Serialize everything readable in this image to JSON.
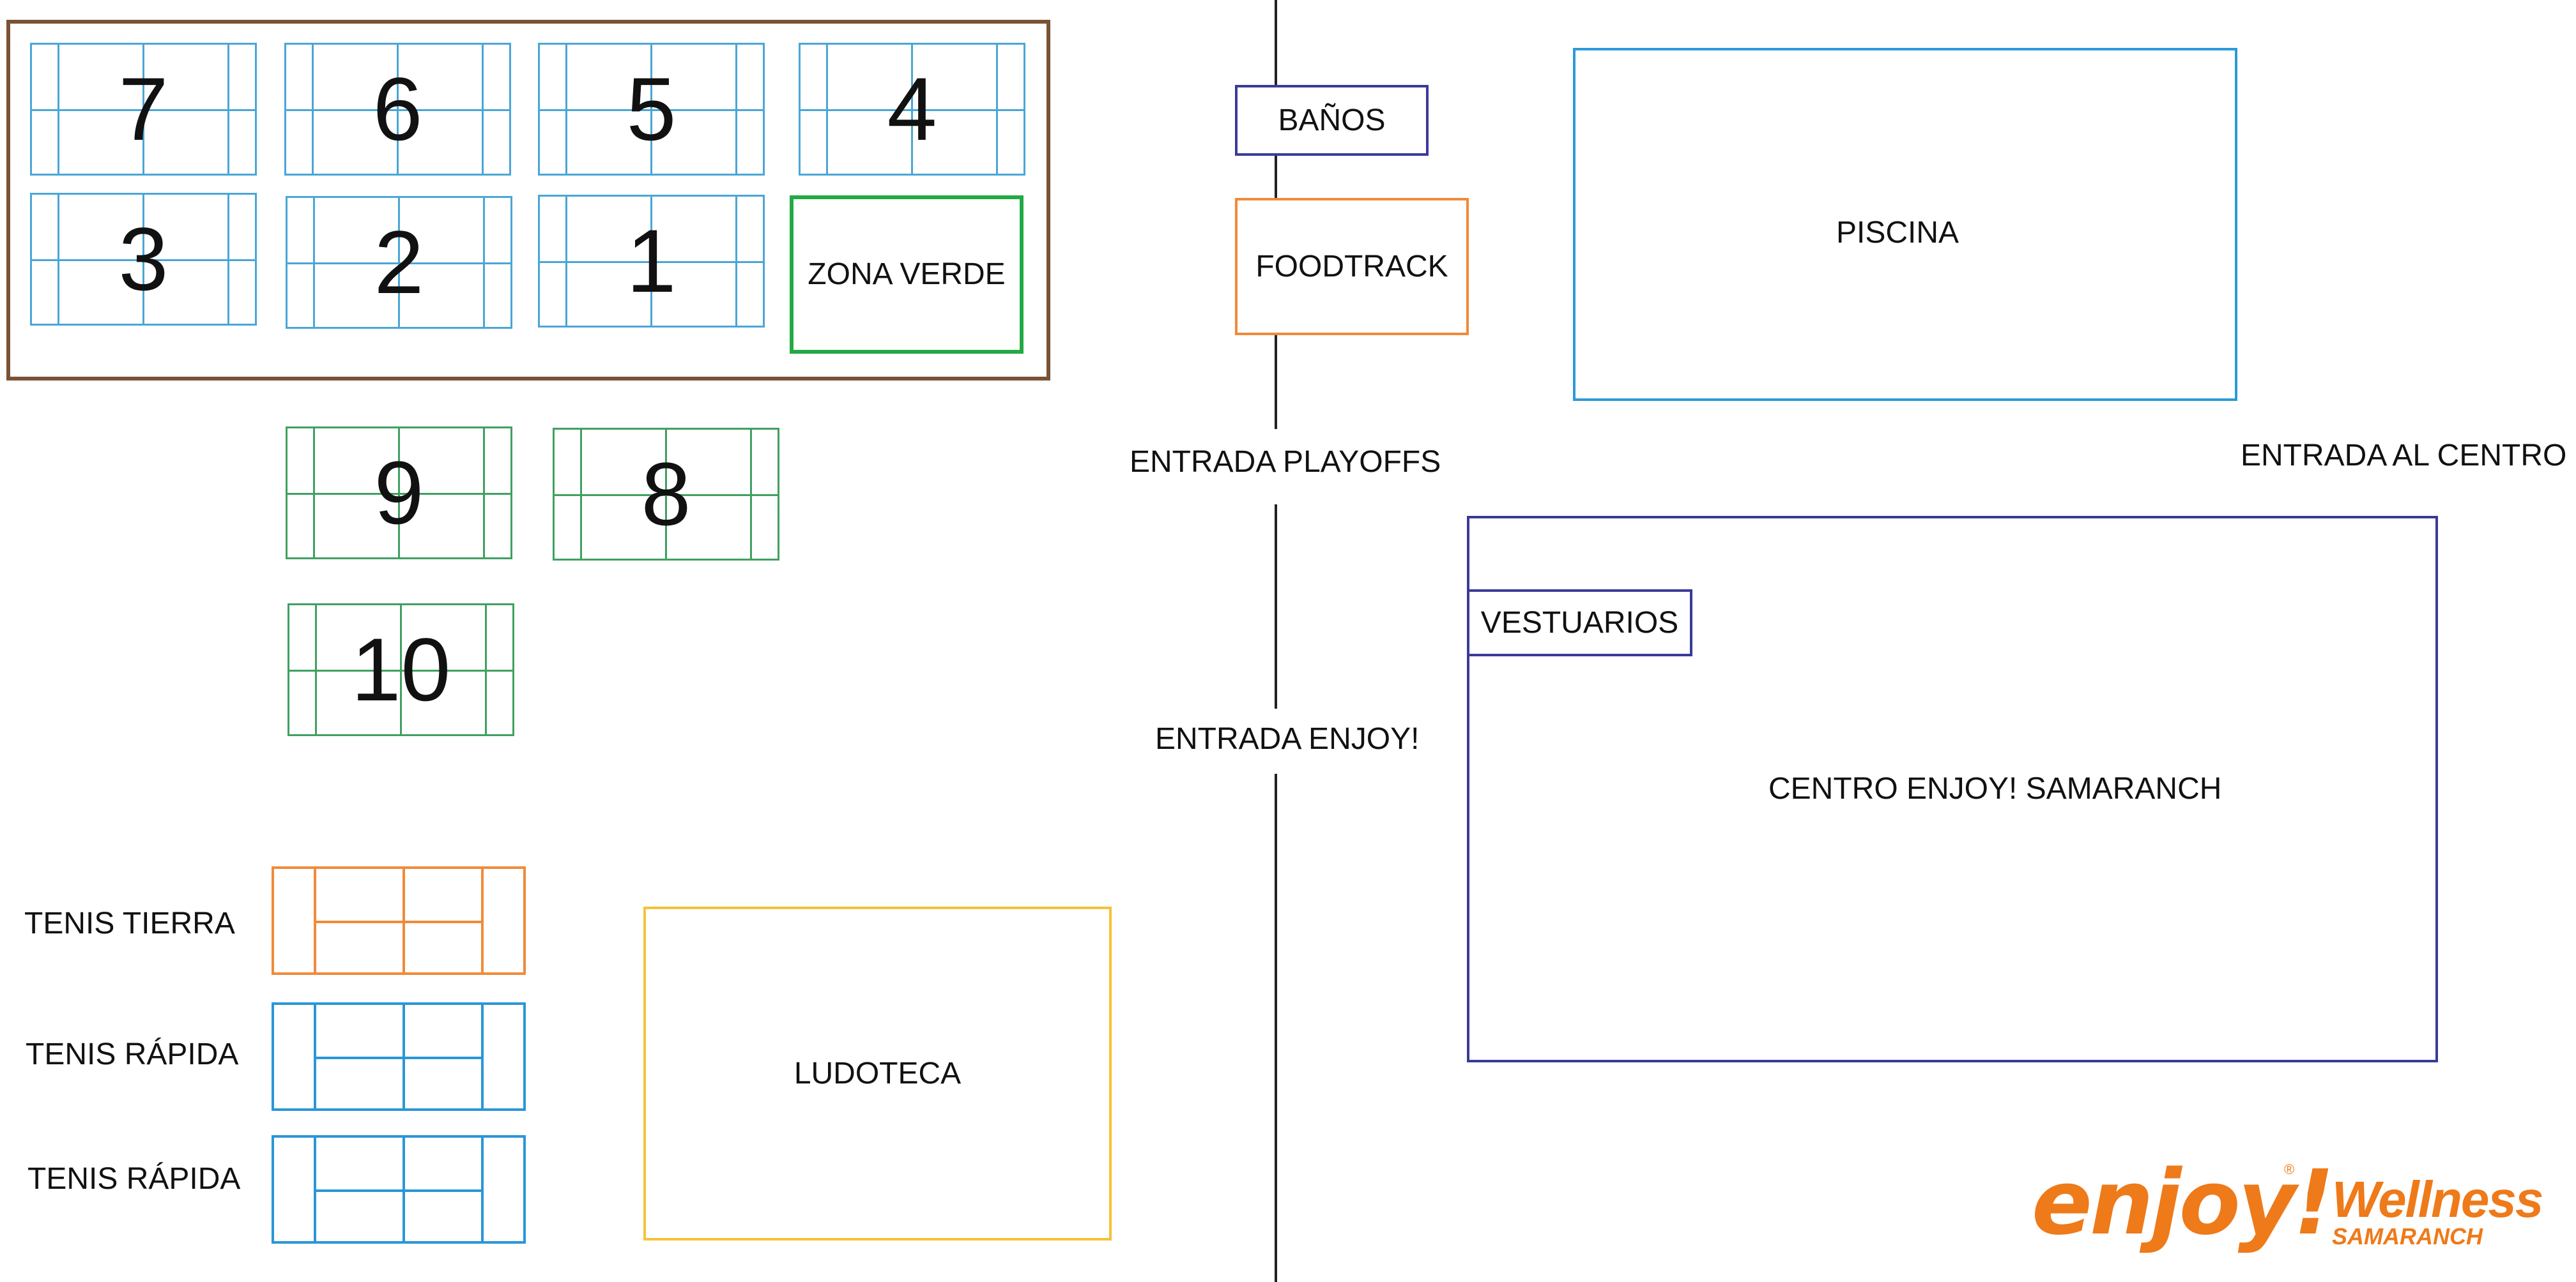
{
  "colors": {
    "courts_top": "#4aa6d6",
    "courts_green": "#3fa060",
    "tenis_tierra": "#f08a3a",
    "tenis_rapida": "#2a96d8",
    "enclosure": "#7a5236",
    "zona_verde": "#22aa44",
    "banos": "#3a3a99",
    "foodtrack": "#f08a3a",
    "piscina": "#2a9ad8",
    "centro": "#3a3a99",
    "ludoteca": "#f5c23a",
    "logo_orange": "#ee7a1a"
  },
  "courts": {
    "c7": "7",
    "c6": "6",
    "c5": "5",
    "c4": "4",
    "c3": "3",
    "c2": "2",
    "c1": "1",
    "c9": "9",
    "c8": "8",
    "c10": "10"
  },
  "areas": {
    "zona_verde": "ZONA VERDE",
    "banos": "BAÑOS",
    "foodtrack": "FOODTRACK",
    "piscina": "PISCINA",
    "vestuarios": "VESTUARIOS",
    "centro": "CENTRO ENJOY! SAMARANCH",
    "ludoteca": "LUDOTECA"
  },
  "entrances": {
    "playoffs": "ENTRADA PLAYOFFS",
    "enjoy": "ENTRADA ENJOY!",
    "centro": "ENTRADA AL CENTRO"
  },
  "tennis": {
    "tierra": "TENIS TIERRA",
    "rapida_1": "TENIS RÁPIDA",
    "rapida_2": "TENIS RÁPIDA"
  },
  "logo": {
    "brand": "enjoy!",
    "registered": "®",
    "wellness": "Wellness",
    "samaranch": "SAMARANCH"
  }
}
